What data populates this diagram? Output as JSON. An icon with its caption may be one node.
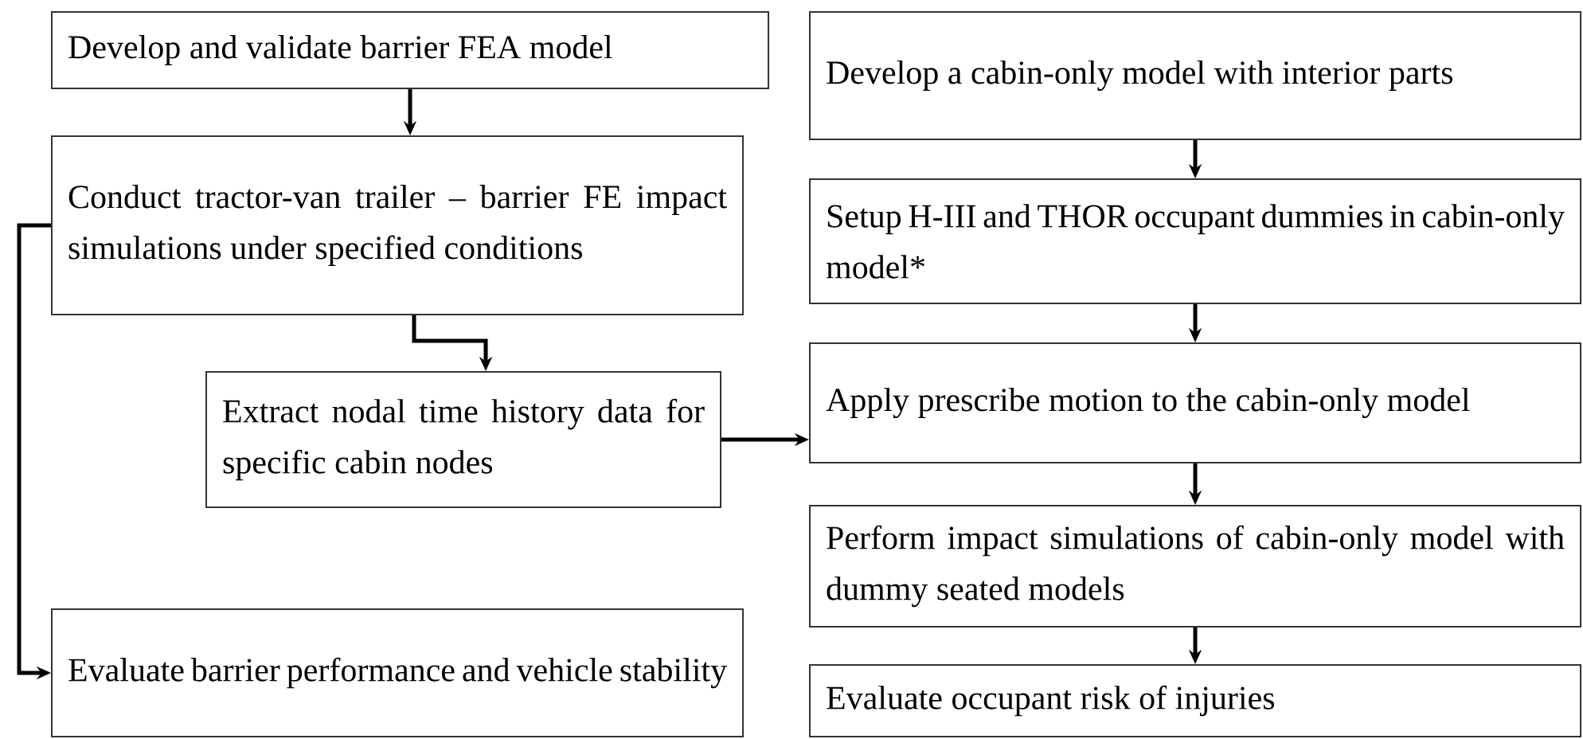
{
  "diagram": {
    "nodes": [
      {
        "text": [
          "Develop and validate barrier FEA model"
        ]
      },
      {
        "text": [
          "Conduct tractor-van trailer – barrier FE impact simulations under specified conditions"
        ]
      },
      {
        "text": [
          "Extract nodal time history data for specific cabin nodes"
        ]
      },
      {
        "text": [
          "Evaluate barrier performance and vehicle stability"
        ]
      },
      {
        "text": [
          "Develop a cabin-only model with interior parts"
        ]
      },
      {
        "text": [
          "Setup H-III and THOR occupant dummies in cabin-only model*"
        ]
      },
      {
        "text": [
          "Apply prescribe motion to the cabin-only model"
        ]
      },
      {
        "text": [
          "Perform impact simulations of cabin-only model with dummy seated models"
        ]
      },
      {
        "text": [
          "Evaluate occupant risk of injuries"
        ]
      }
    ],
    "edges": [
      {
        "from": 0,
        "to": 1,
        "arrow": "to"
      },
      {
        "from": 1,
        "to": 2,
        "arrow": "to"
      },
      {
        "from": 1,
        "to": 3,
        "arrow": "to"
      },
      {
        "from": 2,
        "to": 6,
        "arrow": "to"
      },
      {
        "from": 4,
        "to": 5,
        "arrow": "to"
      },
      {
        "from": 5,
        "to": 6,
        "arrow": "to"
      },
      {
        "from": 6,
        "to": 7,
        "arrow": "to"
      },
      {
        "from": 7,
        "to": 8,
        "arrow": "to"
      }
    ]
  }
}
